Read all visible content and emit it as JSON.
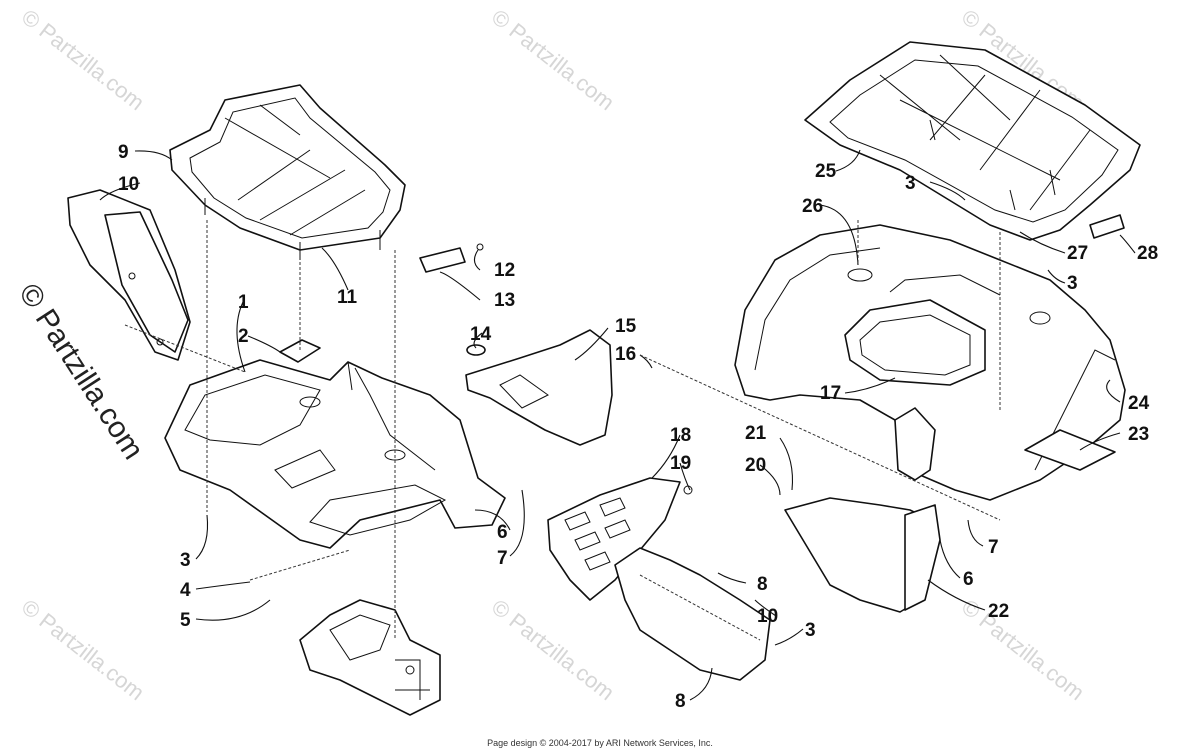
{
  "watermarks": {
    "repeated": "© Partzilla.com",
    "vertical": "© Partzilla.com"
  },
  "callouts": [
    {
      "id": "c1",
      "label": "1"
    },
    {
      "id": "c2",
      "label": "2"
    },
    {
      "id": "c3a",
      "label": "3"
    },
    {
      "id": "c4",
      "label": "4"
    },
    {
      "id": "c5",
      "label": "5"
    },
    {
      "id": "c6a",
      "label": "6"
    },
    {
      "id": "c7a",
      "label": "7"
    },
    {
      "id": "c9",
      "label": "9"
    },
    {
      "id": "c10a",
      "label": "10"
    },
    {
      "id": "c11",
      "label": "11"
    },
    {
      "id": "c12",
      "label": "12"
    },
    {
      "id": "c13",
      "label": "13"
    },
    {
      "id": "c14",
      "label": "14"
    },
    {
      "id": "c15",
      "label": "15"
    },
    {
      "id": "c16",
      "label": "16"
    },
    {
      "id": "c18",
      "label": "18"
    },
    {
      "id": "c19",
      "label": "19"
    },
    {
      "id": "c20",
      "label": "20"
    },
    {
      "id": "c21",
      "label": "21"
    },
    {
      "id": "c8a",
      "label": "8"
    },
    {
      "id": "c10b",
      "label": "10"
    },
    {
      "id": "c3b",
      "label": "3"
    },
    {
      "id": "c8b",
      "label": "8"
    },
    {
      "id": "c25",
      "label": "25"
    },
    {
      "id": "c26",
      "label": "26"
    },
    {
      "id": "c3c",
      "label": "3"
    },
    {
      "id": "c27",
      "label": "27"
    },
    {
      "id": "c28",
      "label": "28"
    },
    {
      "id": "c3d",
      "label": "3"
    },
    {
      "id": "c17",
      "label": "17"
    },
    {
      "id": "c24",
      "label": "24"
    },
    {
      "id": "c23",
      "label": "23"
    },
    {
      "id": "c7b",
      "label": "7"
    },
    {
      "id": "c6b",
      "label": "6"
    },
    {
      "id": "c22",
      "label": "22"
    }
  ],
  "footer": "Page design © 2004-2017 by ARI Network Services, Inc."
}
